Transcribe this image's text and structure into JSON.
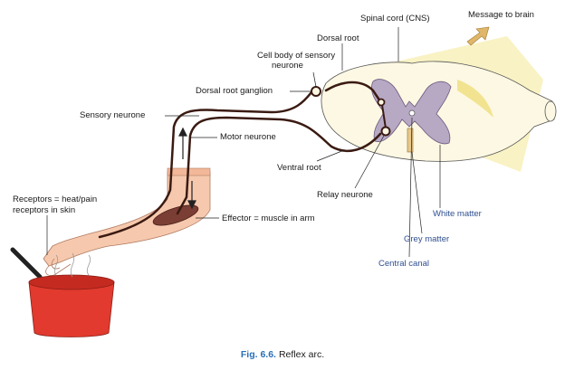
{
  "labels": {
    "spinal_cord": "Spinal cord (CNS)",
    "message": "Message to brain",
    "dorsal_root": "Dorsal root",
    "cell_body_line1": "Cell body of sensory",
    "cell_body_line2": "neurone",
    "drg": "Dorsal root ganglion",
    "sensory": "Sensory neurone",
    "motor": "Motor neurone",
    "ventral": "Ventral root",
    "relay": "Relay neurone",
    "receptors_line1": "Receptors = heat/pain",
    "receptors_line2": "receptors in skin",
    "effector": "Effector = muscle in arm",
    "white_matter": "White matter",
    "grey_matter": "Grey matter",
    "central_canal": "Central canal"
  },
  "caption": {
    "fig": "Fig. 6.6.",
    "text": "Reflex arc."
  },
  "colors": {
    "nerve": "#3a1a12",
    "grey_matter": "#b7a8c4",
    "white_matter": "#fdf6d8",
    "highlight": "#f5eaa0",
    "skin": "#f6c9ae",
    "muscle": "#7a3e34",
    "pot": "#e23a2e",
    "arrow": "#e0b66a",
    "caption_blue": "#2a6fb8",
    "label_blue": "#2f4f8f"
  }
}
